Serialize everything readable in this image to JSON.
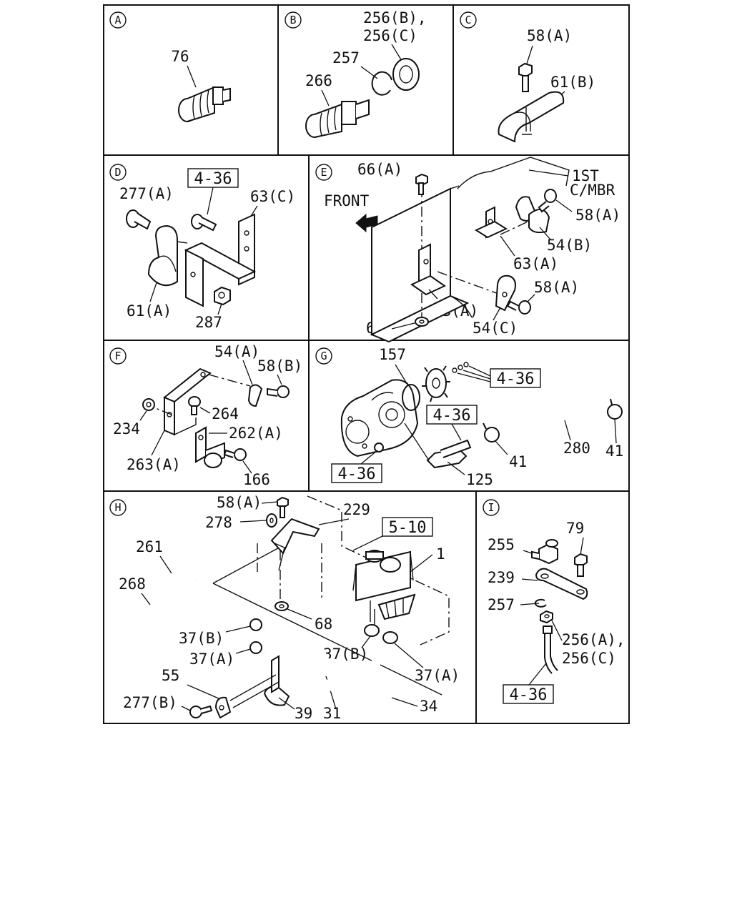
{
  "panels": {
    "a": {
      "letter": "A",
      "labels": [
        "76"
      ]
    },
    "b": {
      "letter": "B",
      "labels": [
        "256(B),",
        "256(C)",
        "257",
        "266"
      ]
    },
    "c": {
      "letter": "C",
      "labels": [
        "58(A)",
        "61(B)"
      ]
    },
    "d": {
      "letter": "D",
      "labels": [
        "277(A)",
        "63(C)",
        "61(A)",
        "287"
      ],
      "boxed": [
        "4-36"
      ]
    },
    "e": {
      "letter": "E",
      "labels": [
        "66(A)",
        "1ST",
        "C/MBR",
        "FRONT",
        "58(A)",
        "54(B)",
        "63(A)",
        "63(A)",
        "58(A)",
        "54(C)",
        "65"
      ]
    },
    "f": {
      "letter": "F",
      "labels": [
        "54(A)",
        "58(B)",
        "264",
        "234",
        "262(A)",
        "263(A)",
        "166"
      ]
    },
    "g": {
      "letter": "G",
      "labels": [
        "157",
        "280",
        "41",
        "41",
        "125"
      ],
      "boxed": [
        "4-36",
        "4-36",
        "4-36"
      ]
    },
    "h": {
      "letter": "H",
      "labels": [
        "58(A)",
        "229",
        "278",
        "1",
        "261",
        "268",
        "68",
        "37(B)",
        "37(A)",
        "37(B)",
        "37(A)",
        "55",
        "277(B)",
        "39",
        "31",
        "34"
      ],
      "boxed": [
        "5-10"
      ]
    },
    "i": {
      "letter": "I",
      "labels": [
        "255",
        "79",
        "239",
        "257",
        "256(A),",
        "256(C)"
      ],
      "boxed": [
        "4-36"
      ]
    }
  }
}
